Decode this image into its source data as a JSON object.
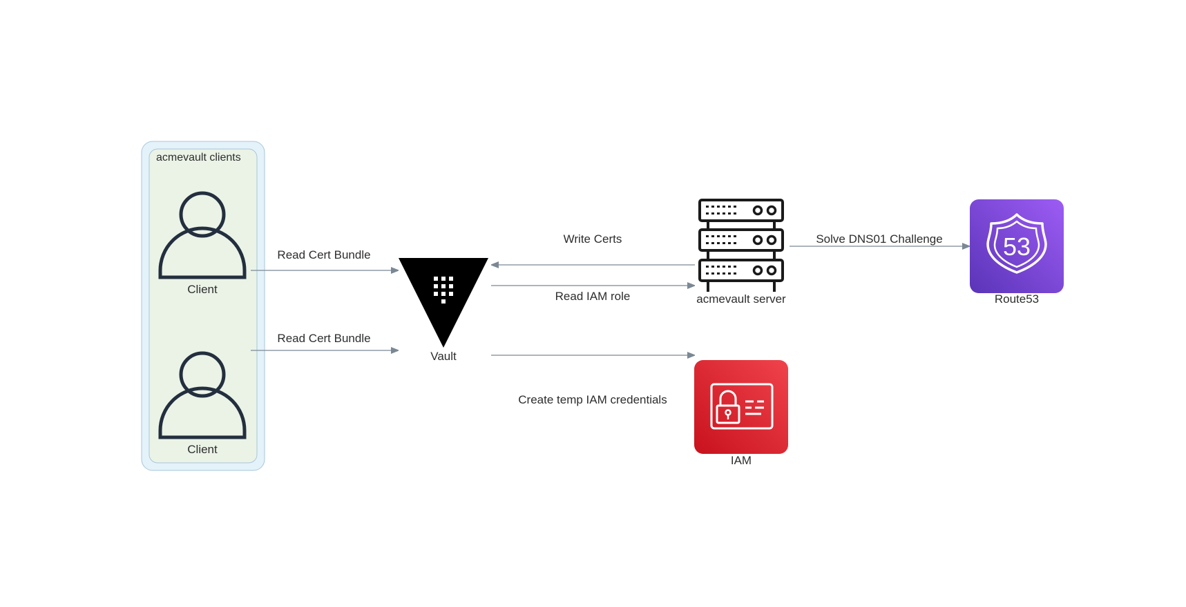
{
  "cluster": {
    "label": "acmevault clients"
  },
  "nodes": {
    "client_1": {
      "label": "Client",
      "icon": "user-icon"
    },
    "client_2": {
      "label": "Client",
      "icon": "user-icon"
    },
    "vault": {
      "label": "Vault",
      "icon": "vault-icon"
    },
    "server": {
      "label": "acmevault server",
      "icon": "server-rack-icon"
    },
    "route53": {
      "label": "Route53",
      "icon": "route53-shield-icon",
      "text": "53"
    },
    "iam": {
      "label": "IAM",
      "icon": "iam-badge-lock-icon"
    }
  },
  "edges": {
    "client1_to_vault": "Read Cert Bundle",
    "client2_to_vault": "Read Cert Bundle",
    "server_to_vault": "Write Certs",
    "vault_to_server": "Read IAM role",
    "server_to_route53": "Solve DNS01 Challenge",
    "vault_to_iam": "Create temp IAM credentials"
  },
  "colors": {
    "cluster_outer": "#e4f2fa",
    "cluster_inner": "#ebf3e7",
    "edge": "#7b8894",
    "route53_top": "#9d5cf4",
    "route53_bottom": "#5a34b8",
    "iam_top": "#f0434b",
    "iam_bottom": "#c8121e"
  }
}
